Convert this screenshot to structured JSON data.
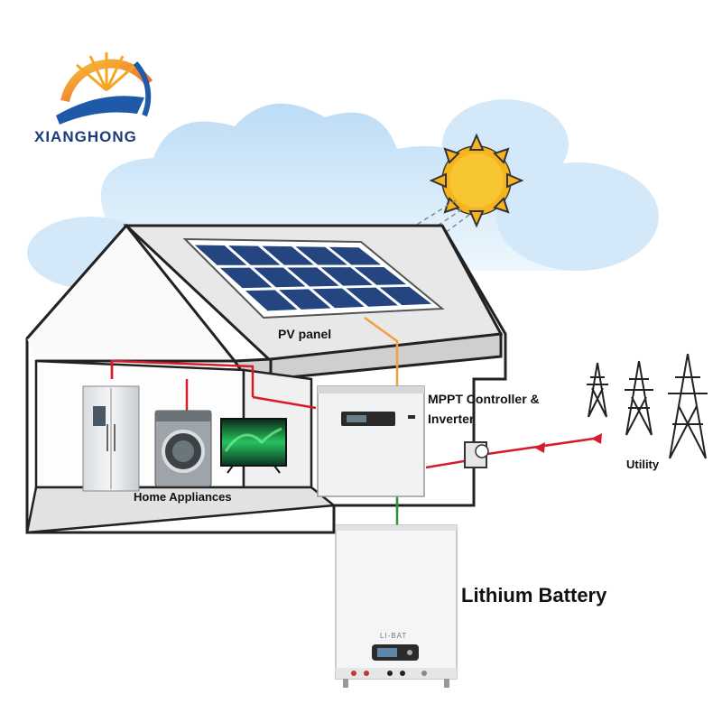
{
  "brand": {
    "name": "XIANGHONG"
  },
  "labels": {
    "pv_panel": "PV panel",
    "inverter_line1": "MPPT Controller &",
    "inverter_line2": "Inverter",
    "utility": "Utility",
    "home_appliances": "Home Appliances",
    "battery": "Lithium Battery",
    "battery_brand": "LI-BAT"
  },
  "colors": {
    "sky": "#d8ecfa",
    "panel_cell": "#24457f",
    "ac_wire": "#d61c2c",
    "dc_wire": "#f2a039",
    "battery_wire": "#2f8f3a",
    "sun": "#f5b41c",
    "brand": "#1a3c79"
  }
}
